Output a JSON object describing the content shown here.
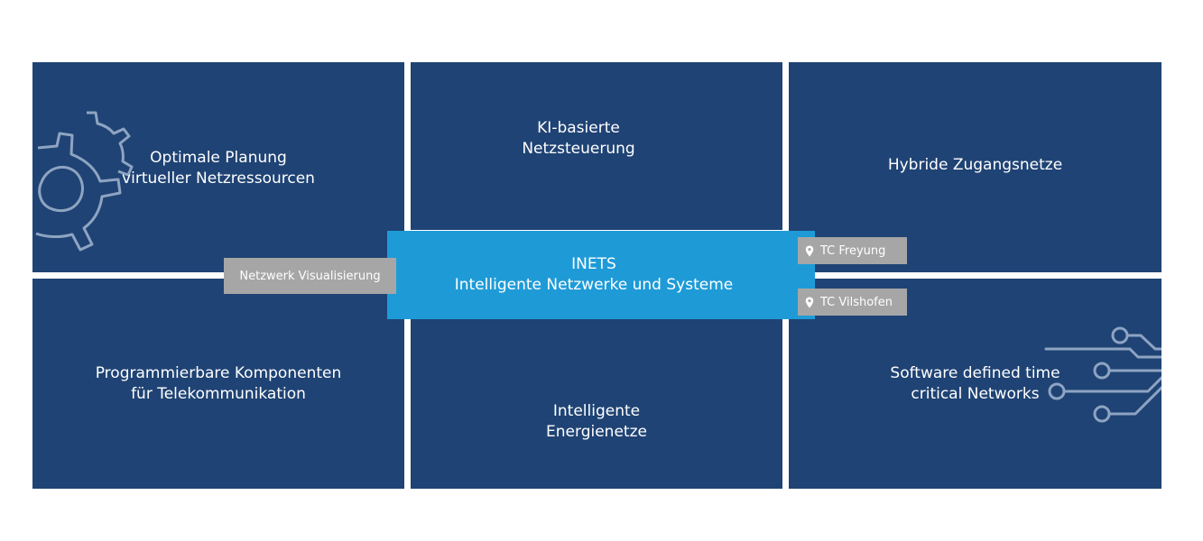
{
  "tiles": {
    "planung": "Optimale Planung\nvirtueller Netzressourcen",
    "ki": "KI-basierte\nNetzsteuerung",
    "hybride": "Hybride Zugangsnetze",
    "programmierbare": "Programmierbare Komponenten\nfür Telekommunikation",
    "energie": "Intelligente\nEnergienetze",
    "software": "Software defined time\ncritical Networks"
  },
  "center": {
    "title": "INETS\nIntelligente Netzwerke und Systeme"
  },
  "tags": {
    "visualisierung": "Netzwerk Visualisierung",
    "freyung": "TC Freyung",
    "vilshofen": "TC Vilshofen"
  },
  "icons": {
    "gear": "gear-icon",
    "circuit": "circuit-icon",
    "pin": "location-pin-icon"
  },
  "colors": {
    "tile": "#1f4374",
    "center": "#1e9bd7",
    "tag": "#a6a6a6",
    "outline": "#8ea4c2"
  }
}
